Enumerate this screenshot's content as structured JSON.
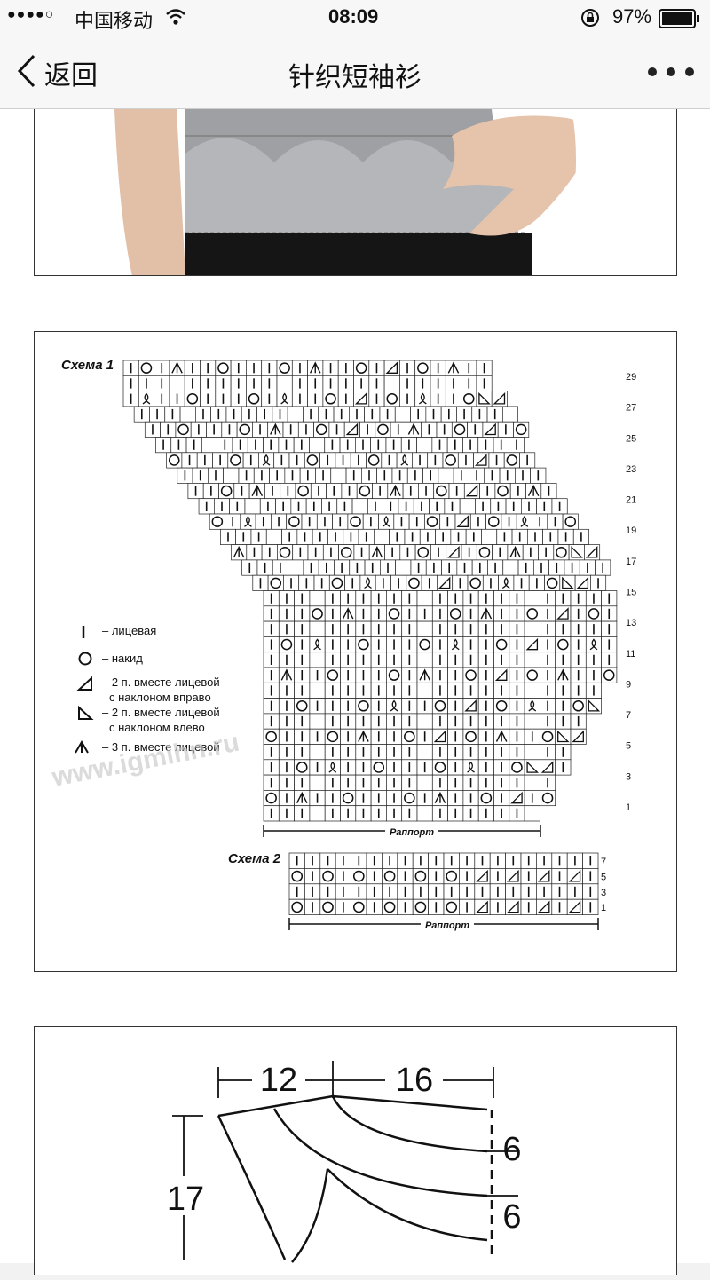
{
  "status_bar": {
    "signal_dots": "●●●●○",
    "carrier": "中国移动",
    "time": "08:09",
    "battery_percent": "97%"
  },
  "nav": {
    "back_label": "返回",
    "title": "针织短袖衫"
  },
  "chart": {
    "scheme1_label": "Схема 1",
    "scheme2_label": "Схема 2",
    "rapport_label": "Раппорт",
    "row_numbers_1": [
      "29",
      "27",
      "25",
      "23",
      "21",
      "19",
      "17",
      "15",
      "13",
      "11",
      "9",
      "7",
      "5",
      "3",
      "1"
    ],
    "row_numbers_2": [
      "7",
      "5",
      "3",
      "1"
    ],
    "legend": [
      {
        "symbol": "knit",
        "text": "– лицевая"
      },
      {
        "symbol": "yarn-over",
        "text": "– накид"
      },
      {
        "symbol": "k2tog-right",
        "text": "– 2 п. вместе лицевой",
        "text2": "с наклоном вправо"
      },
      {
        "symbol": "k2tog-left",
        "text": "– 2 п. вместе лицевой",
        "text2": "с наклоном влево"
      },
      {
        "symbol": "k3tog",
        "text": "– 3 п. вместе лицевой"
      }
    ],
    "watermark": "www.igmihn.ru"
  },
  "diagram": {
    "dim_top_left": "12",
    "dim_top_right": "16",
    "dim_right_upper": "6",
    "dim_right_lower": "6",
    "dim_left": "17"
  }
}
